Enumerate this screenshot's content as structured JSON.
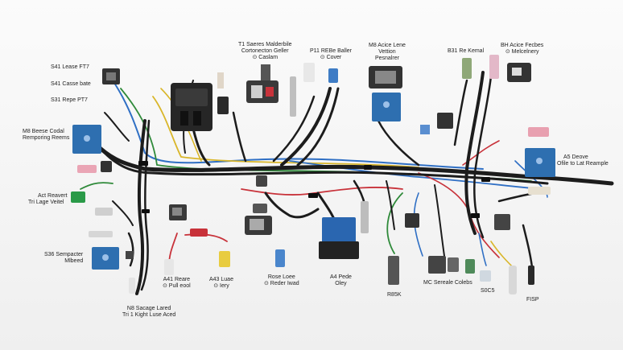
{
  "labels": {
    "s41_lease": "S41 Lease FT7",
    "s41_casse": "S41 Casse bate",
    "s31_repe": "S31 Repe PT7",
    "m8_bease_1": "M8 Beese Codal",
    "m8_bease_2": "Remporing Reems",
    "act_reavert_1": "Act Reavert",
    "act_reavert_2": "Tri Lage Veitel",
    "s36_1": "S36 Sempacter",
    "s36_2": "Mlbeed",
    "t1_1": "T1 Saeres Malderbile",
    "t1_2": "Cortonecton Geller",
    "t1_3": "⊙ Caslam",
    "p11_1": "P11 REBe Baller",
    "p11_2": "⊙ Cover",
    "m8_acice_1": "M8 Acice Lene",
    "m8_acice_2": "Vettion",
    "m8_acice_3": "Pesnalrer",
    "b31": "B31 Re Kemal",
    "bh_1": "BH Acice Fecbes",
    "bh_2": "⊙ Melcelnery",
    "a5_1": "A5 Deove",
    "a5_2": "Ofile to Lat Reample",
    "a41_1": "A41 Reare",
    "a41_2": "⊙ Pull eool",
    "a43_1": "A43 Luae",
    "a43_2": "⊙ Iery",
    "rose_1": "Rose Loee",
    "rose_2": "⊙ Reder Iwad",
    "a4_1": "A4 Pede",
    "a4_2": "Oley",
    "n8_1": "N8 Sacage Lared",
    "n8_2": "Tri 1 Kight Luse Aced",
    "r85k": "R85K",
    "mc": "MC Sereale Colebs",
    "s0c5": "S0C5",
    "fisp": "FISP"
  },
  "colors": {
    "background": "#f7f7f7",
    "wire_black": "#1c1c1c",
    "wire_blue": "#2f6fc4",
    "wire_red": "#c8323a",
    "wire_green": "#2f8a3a",
    "wire_yellow": "#d9b62a",
    "module_blue": "#2e6fb0",
    "relay_black": "#2a2a2a"
  }
}
